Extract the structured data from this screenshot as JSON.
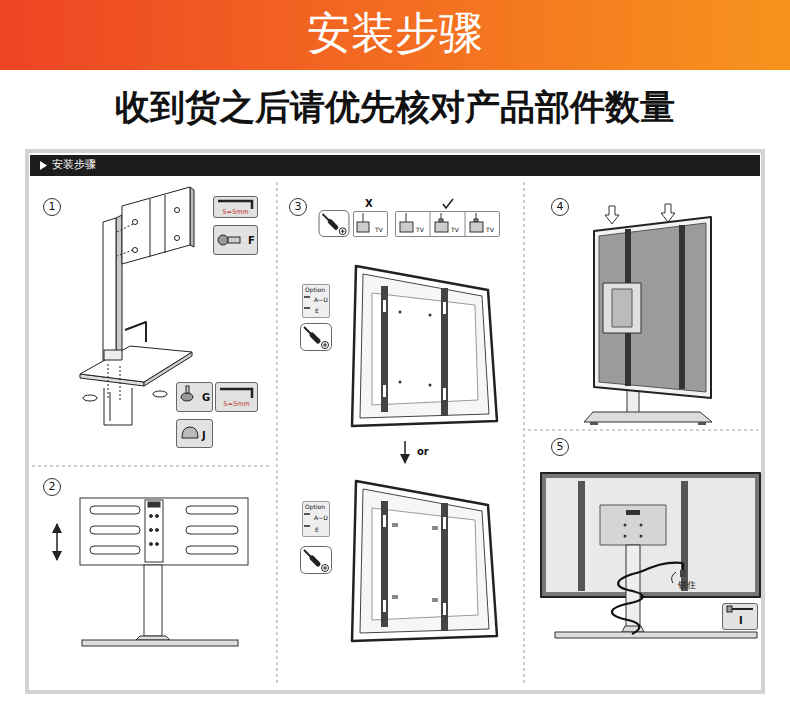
{
  "diagram": {
    "title": "安装步骤",
    "nodes": [
      {
        "text": [
          "安装步骤"
        ]
      },
      {
        "text": [
          "1"
        ]
      },
      {
        "text": [
          "S=5mm"
        ]
      },
      {
        "text": [
          "F"
        ]
      },
      {
        "text": [
          "G"
        ]
      },
      {
        "text": [
          "S=5mm"
        ]
      },
      {
        "text": [
          "J"
        ]
      },
      {
        "text": [
          "2"
        ]
      },
      {
        "text": [
          "3"
        ]
      },
      {
        "text": [
          "X",
          "TV"
        ]
      },
      {
        "text": [
          "TV",
          "TV",
          "TV"
        ]
      },
      {
        "text": [
          "Option",
          "A~D",
          "E"
        ]
      },
      {
        "text": [
          "Option",
          "A~D",
          "E"
        ]
      },
      {
        "text": [
          "4"
        ]
      },
      {
        "text": [
          "5"
        ]
      },
      {
        "text": [
          "I"
        ]
      }
    ],
    "labels": [
      "收到货之后请优先核对产品部件数量",
      "or",
      "锁住"
    ]
  }
}
